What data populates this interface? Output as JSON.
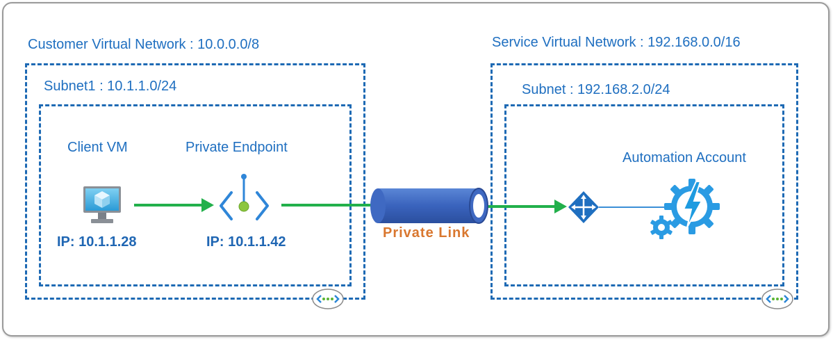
{
  "customer_vnet": {
    "title": "Customer Virtual Network : 10.0.0.0/8",
    "subnet_title": "Subnet1 : 10.1.1.0/24",
    "client_vm": {
      "label": "Client VM",
      "ip": "IP: 10.1.1.28",
      "icon": "virtual-machine-icon"
    },
    "private_endpoint": {
      "label": "Private Endpoint",
      "ip": "IP: 10.1.1.42",
      "icon": "private-endpoint-icon"
    }
  },
  "private_link": {
    "label": "Private Link",
    "icon": "pipe-icon"
  },
  "service_vnet": {
    "title": "Service Virtual Network : 192.168.0.0/16",
    "subnet_title": "Subnet : 192.168.2.0/24",
    "automation_account": {
      "label": "Automation Account",
      "icon": "automation-account-icon"
    },
    "router_icon": "network-router-icon"
  },
  "colors": {
    "accent_blue": "#1f6fc0",
    "dash_blue": "#1e6ab4",
    "arrow_green": "#22b04b",
    "pipe_blue": "#3b6fc8",
    "private_link_orange": "#d9772f",
    "automation_blue": "#1e9be0"
  }
}
